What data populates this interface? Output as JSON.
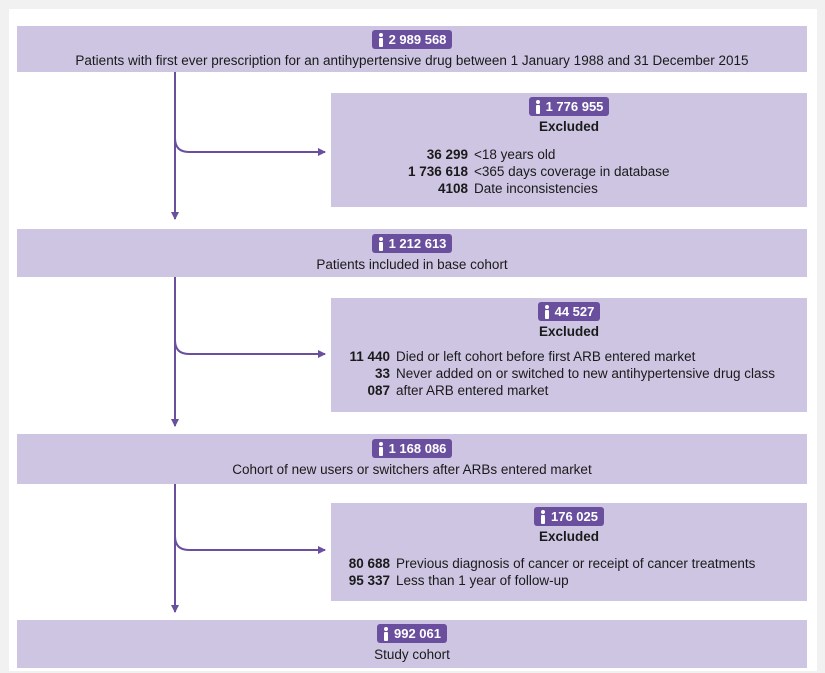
{
  "steps": [
    {
      "count": "2 989 568",
      "label": "Patients with first ever prescription for an antihypertensive drug between 1 January 1988 and 31 December 2015"
    },
    {
      "count": "1 212 613",
      "label": "Patients included in base cohort"
    },
    {
      "count": "1 168 086",
      "label": "Cohort of new users or switchers after ARBs entered market"
    },
    {
      "count": "992 061",
      "label": "Study cohort"
    }
  ],
  "exclusions": [
    {
      "count": "1 776 955",
      "title": "Excluded",
      "items": [
        {
          "n": "36 299",
          "text": "<18 years old"
        },
        {
          "n": "1 736 618",
          "text": "<365 days coverage in database"
        },
        {
          "n": "4108",
          "text": "Date inconsistencies"
        }
      ]
    },
    {
      "count": "44 527",
      "title": "Excluded",
      "items": [
        {
          "n": "11 440",
          "text": "Died or left cohort before first ARB entered market"
        },
        {
          "n": "33 087",
          "text": "Never added on or switched to new antihypertensive drug class after ARB entered market"
        }
      ]
    },
    {
      "count": "176 025",
      "title": "Excluded",
      "items": [
        {
          "n": "80 688",
          "text": "Previous diagnosis of cancer or receipt of cancer treatments"
        },
        {
          "n": "95 337",
          "text": "Less than 1 year of follow-up"
        }
      ]
    }
  ],
  "colors": {
    "box": "#cdc5e2",
    "badge": "#6a4f9f",
    "arrow": "#6a4f9f"
  },
  "icon": "person-icon"
}
